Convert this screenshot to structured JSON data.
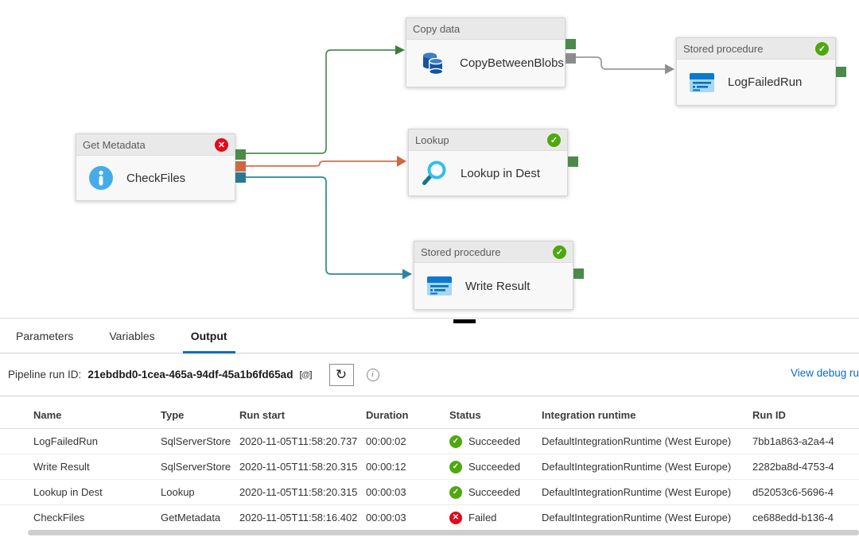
{
  "canvas": {
    "nodes": [
      {
        "key": "copy_data",
        "header": "Copy data",
        "name": "CopyBetweenBlobs",
        "icon": "copy-data-icon",
        "status": ""
      },
      {
        "key": "log_failed_run",
        "header": "Stored procedure",
        "name": "LogFailedRun",
        "icon": "stored-procedure-icon",
        "status": "Succeeded"
      },
      {
        "key": "check_files",
        "header": "Get Metadata",
        "name": "CheckFiles",
        "icon": "get-metadata-info-icon",
        "status": "Failed"
      },
      {
        "key": "lookup_in_dest",
        "header": "Lookup",
        "name": "Lookup in Dest",
        "icon": "lookup-search-icon",
        "status": "Succeeded"
      },
      {
        "key": "write_result",
        "header": "Stored procedure",
        "name": "Write Result",
        "icon": "stored-procedure-icon",
        "status": "Succeeded"
      }
    ],
    "connectors": [
      {
        "from": "check_files",
        "to": "copy_data",
        "color_name": "success-green"
      },
      {
        "from": "check_files",
        "to": "lookup_in_dest",
        "color_name": "failure-orange"
      },
      {
        "from": "check_files",
        "to": "write_result",
        "color_name": "completion-teal"
      },
      {
        "from": "copy_data",
        "to": "log_failed_run",
        "color_name": "skipped-gray"
      }
    ]
  },
  "panel": {
    "tabs": [
      {
        "label": "Parameters",
        "active": false
      },
      {
        "label": "Variables",
        "active": false
      },
      {
        "label": "Output",
        "active": true
      }
    ],
    "run_id_label": "Pipeline run ID:",
    "run_id_value": "21ebdbd0-1cea-465a-94df-45a1b6fd65ad",
    "dynamic_content_glyph": "[@]",
    "refresh_glyph": "↻",
    "info_glyph": "i",
    "view_debug_link": "View debug ru",
    "table": {
      "columns": [
        "Name",
        "Type",
        "Run start",
        "Duration",
        "Status",
        "Integration runtime",
        "Run ID"
      ],
      "rows": [
        {
          "name": "LogFailedRun",
          "type": "SqlServerStore",
          "run_start": "2020-11-05T11:58:20.737",
          "duration": "00:00:02",
          "status": "Succeeded",
          "runtime": "DefaultIntegrationRuntime (West Europe)",
          "run_id": "7bb1a863-a2a4-4"
        },
        {
          "name": "Write Result",
          "type": "SqlServerStore",
          "run_start": "2020-11-05T11:58:20.315",
          "duration": "00:00:12",
          "status": "Succeeded",
          "runtime": "DefaultIntegrationRuntime (West Europe)",
          "run_id": "2282ba8d-4753-4"
        },
        {
          "name": "Lookup in Dest",
          "type": "Lookup",
          "run_start": "2020-11-05T11:58:20.315",
          "duration": "00:00:03",
          "status": "Succeeded",
          "runtime": "DefaultIntegrationRuntime (West Europe)",
          "run_id": "d52053c6-5696-4"
        },
        {
          "name": "CheckFiles",
          "type": "GetMetadata",
          "run_start": "2020-11-05T11:58:16.402",
          "duration": "00:00:03",
          "status": "Failed",
          "runtime": "DefaultIntegrationRuntime (West Europe)",
          "run_id": "ce688edd-b136-4"
        }
      ]
    }
  },
  "colors": {
    "accent_blue": "#0f6cbd",
    "success_green": "#4fa80e",
    "fail_red": "#e00b1c",
    "port_green": "#4c8a4c",
    "port_orange": "#cf6744",
    "port_teal": "#26798f",
    "port_gray": "#8c8c8c",
    "wire_gray": "#999999"
  }
}
